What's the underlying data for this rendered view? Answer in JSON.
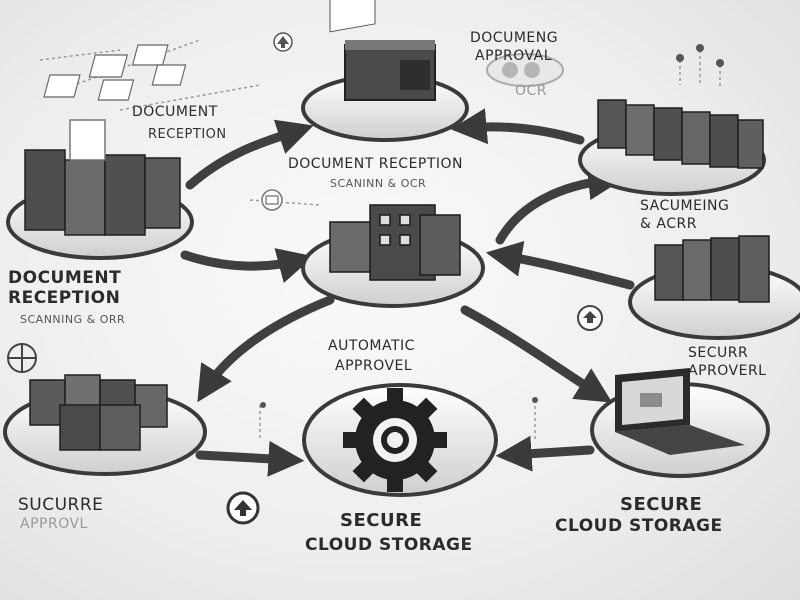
{
  "labels": {
    "top_center_a": "DOCUMENG",
    "top_center_b": "APPROVAL",
    "top_center_c": "OCR",
    "top_left_a": "DOCUMENT",
    "top_left_b": "RECEPTION",
    "middle_a": "DOCUMENT RECEPTION",
    "middle_b": "SCANINN & OCR",
    "right_a": "SACUMEING",
    "right_b": "& ACRR",
    "left_a": "DOCUMENT",
    "left_b": "RECEPTION",
    "left_c": "SCANNING & ORR",
    "center_a": "AUTOMATIC",
    "center_b": "APPROVEL",
    "right_mid_a": "SECURR",
    "right_mid_b": "APROVERL",
    "bottom_left_a": "SUCURRE",
    "bottom_left_b": "APPROVL",
    "bottom_center_a": "SECURE",
    "bottom_center_b": "CLOUD STORAGE",
    "bottom_right_a": "SECURE",
    "bottom_right_b": "CLOUD STORAGE"
  },
  "colors": {
    "dark": "#2f2f2f",
    "mid": "#6b6b6b",
    "light": "#d6d6d6",
    "platform": "#f4f4f4"
  }
}
